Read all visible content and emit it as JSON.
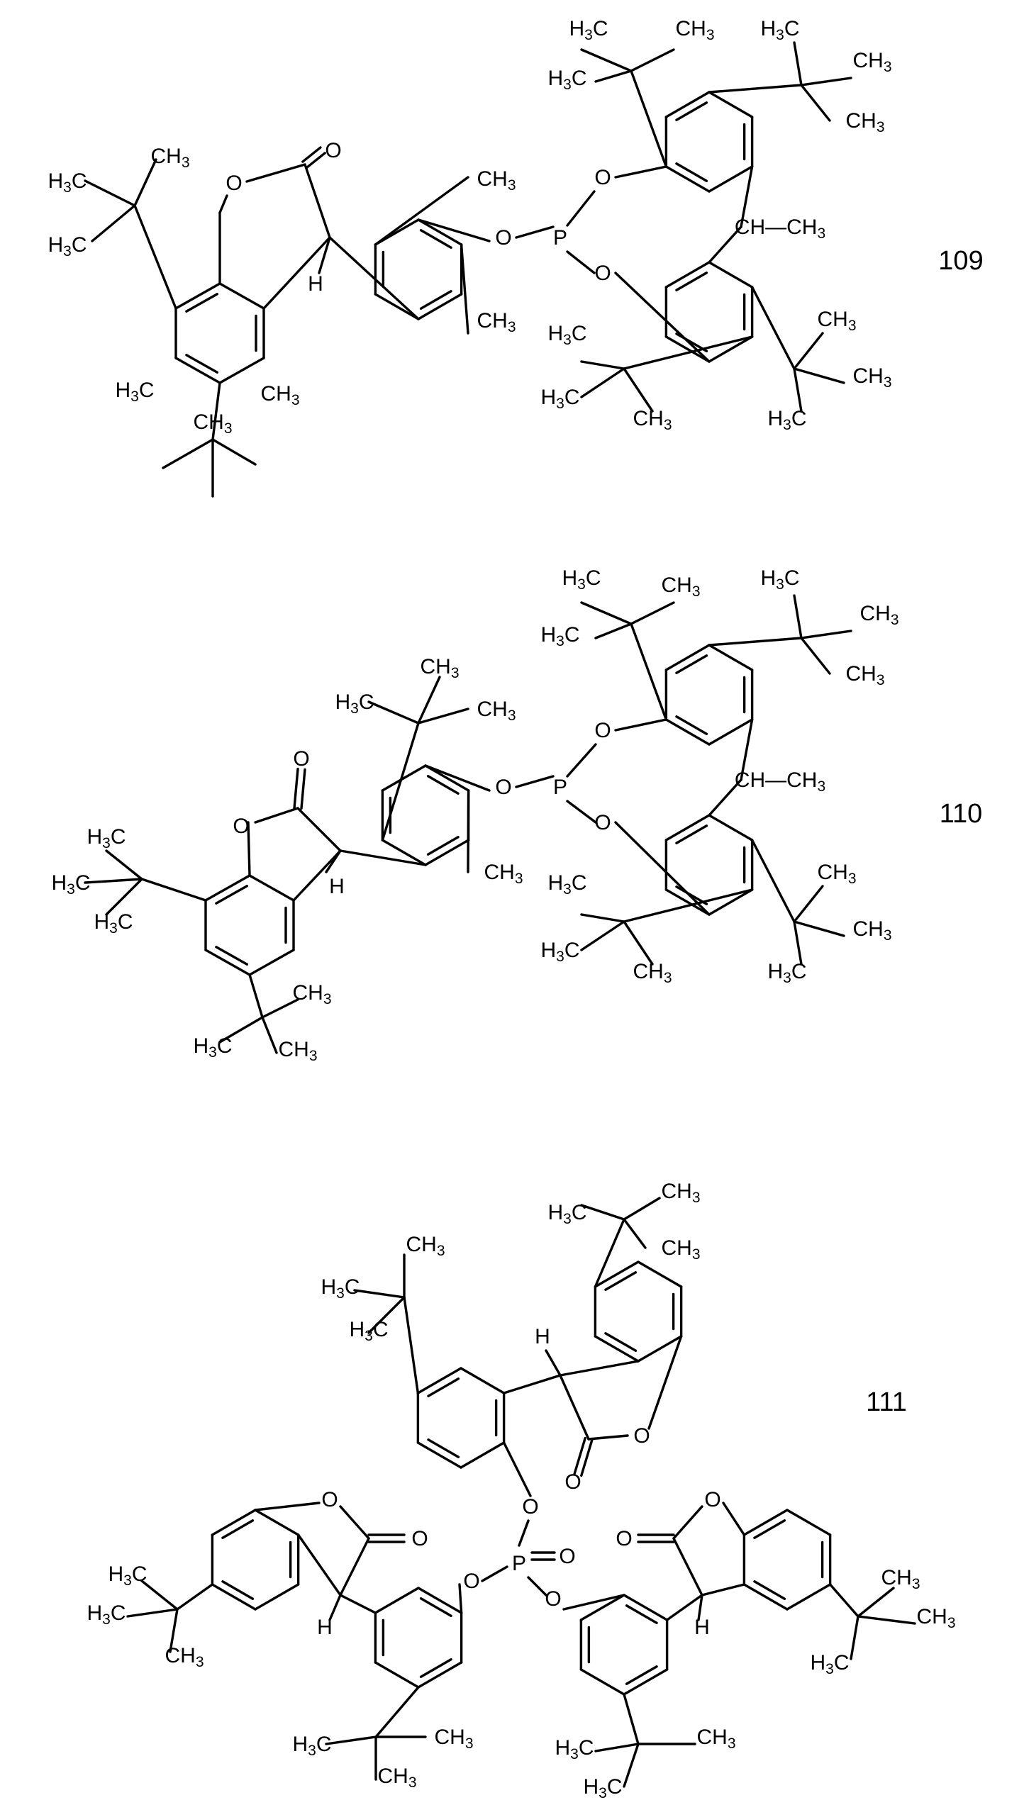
{
  "compounds": [
    {
      "id": "109",
      "labels": {
        "tbu_top_left": {
          "a": "H3C",
          "b": "CH3"
        },
        "tbu_top_left_b": "H3C",
        "tbu_top_right": {
          "a": "H3C",
          "b": "CH3"
        },
        "tbu_top_right_b": "CH3",
        "lactone_o_ring": "O",
        "lactone_o_carbonyl": "O",
        "lactone_h": "H",
        "aryl_me_top": "CH3",
        "aryl_me_bottom": "CH3",
        "ring_o_left": "O",
        "phos_p": "P",
        "ring_o_top": "O",
        "ring_o_bottom": "O",
        "bridge": "CH—CH3",
        "benzo_tbu_left": {
          "a": "H3C",
          "b": "CH3"
        },
        "benzo_tbu_left_b": "H3C",
        "benzo_tbu_bottom": {
          "a": "H3C",
          "b": "CH3"
        },
        "benzo_tbu_bottom_b": "CH3",
        "bis_tbu_bl": {
          "a": "H3C",
          "b": "CH3"
        },
        "bis_tbu_bl_b": "H3C",
        "bis_tbu_br": {
          "a": "CH3",
          "b": "CH3"
        },
        "bis_tbu_br_b": "H3C"
      }
    },
    {
      "id": "110",
      "labels": {
        "tbu_top_left": {
          "a": "H3C",
          "b": "CH3"
        },
        "tbu_top_left_b": "H3C",
        "tbu_top_right": {
          "a": "H3C",
          "b": "CH3"
        },
        "tbu_top_right_b": "CH3",
        "aryl_tbu": {
          "a": "CH3",
          "b": "H3C"
        },
        "aryl_tbu_b": "CH3",
        "lactone_o_ring": "O",
        "lactone_o_carbonyl": "O",
        "lactone_h": "H",
        "aryl_me": "CH3",
        "ring_o_left": "O",
        "phos_p": "P",
        "ring_o_top": "O",
        "ring_o_bottom": "O",
        "bridge": "CH—CH3",
        "benzo_tbu_left": {
          "a": "H3C",
          "b": "H3C"
        },
        "benzo_tbu_left_b": "H3C",
        "benzo_tbu_bottom": {
          "a": "CH3",
          "b": "H3C"
        },
        "benzo_tbu_bottom_b": "CH3",
        "bis_tbu_bl": {
          "a": "H3C",
          "b": "H3C"
        },
        "bis_tbu_bl_b": "CH3",
        "bis_tbu_br": {
          "a": "CH3",
          "b": "CH3"
        },
        "bis_tbu_br_b": "H3C"
      }
    },
    {
      "id": "111",
      "labels": {
        "top_tbu": {
          "a": "H3C",
          "b": "CH3"
        },
        "top_tbu_b": "CH3",
        "mid_tbu": {
          "a": "CH3",
          "b": "H3C"
        },
        "mid_tbu_b": "H3C",
        "top_h": "H",
        "top_o_ring": "O",
        "top_o_carbonyl": "O",
        "p_o_top": "O",
        "p_o_left": "O",
        "p_o_right": "O",
        "p_center": "P",
        "p_double_o": "O",
        "left_o_ring": "O",
        "left_o_carbonyl": "O",
        "left_tbu": {
          "a": "H3C",
          "b": "H3C"
        },
        "left_tbu_b": "CH3",
        "left_h": "H",
        "left_aryl_tbu": {
          "a": "H3C",
          "b": "CH3"
        },
        "left_aryl_tbu_b": "CH3",
        "right_o_ring": "O",
        "right_o_carbonyl": "O",
        "right_h": "H",
        "right_tbu": {
          "a": "CH3",
          "b": "CH3"
        },
        "right_tbu_b": "H3C",
        "right_aryl_tbu": {
          "a": "H3C",
          "b": "CH3"
        },
        "right_aryl_tbu_b": "H3C"
      }
    }
  ]
}
